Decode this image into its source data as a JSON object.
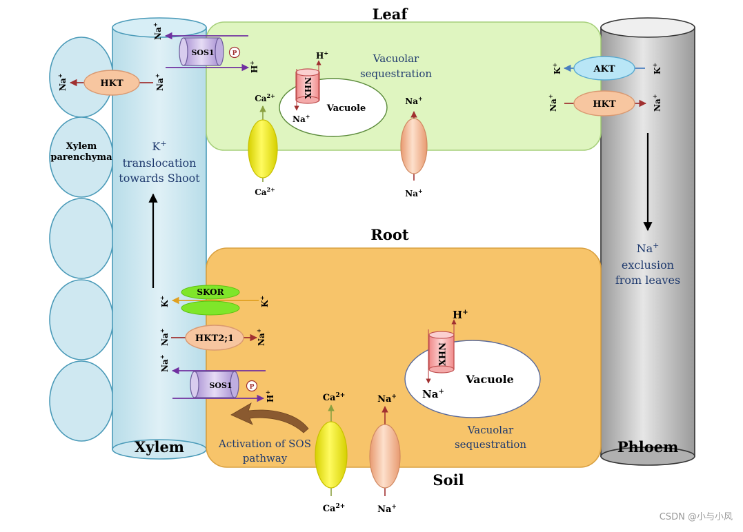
{
  "labels": {
    "leaf": "Leaf",
    "root": "Root",
    "soil": "Soil",
    "xylem": "Xylem",
    "phloem": "Phloem",
    "xylem_parenchyma_1": "Xylem",
    "xylem_parenchyma_2": "parenchyma",
    "k_translocation_1": "K",
    "k_translocation_2": "translocation",
    "k_translocation_3": "towards Shoot",
    "na_exclusion_1": "Na",
    "na_exclusion_2": "exclusion",
    "na_exclusion_3": "from leaves",
    "leaf_vacuole": "Vacuole",
    "root_vacuole": "Vacuole",
    "leaf_vacuolar_1": "Vacuolar",
    "leaf_vacuolar_2": "sequestration",
    "root_vacuolar_1": "Vacuolar",
    "root_vacuolar_2": "sequestration",
    "sos_activation_1": "Activation of SOS",
    "sos_activation_2": "pathway"
  },
  "transporters": {
    "sos1": "SOS1",
    "p": "P",
    "hkt": "HKT",
    "akt": "AKT",
    "skor": "SKOR",
    "hkt21": "HKT2;1",
    "nhx": "NHX"
  },
  "ions": {
    "na": "Na",
    "k": "K",
    "h": "H",
    "ca": "Ca",
    "plus": "+",
    "two_plus": "2+"
  },
  "watermark": "CSDN @小与小风",
  "colors": {
    "leaf_cell": "#dff5c0",
    "root_cell": "#f7c46a",
    "xylem": "#cde8f0",
    "phloem": "#c4c4c4",
    "hkt": "#f7c6a0",
    "akt": "#b9e6f6",
    "sos1": "#c6b5e3",
    "skor": "#7fe62a",
    "ca_channel": "#f5ef00",
    "na_channel": "#f2b28a",
    "nhx": "#f5a8a8",
    "arrow_purple": "#7030a0",
    "arrow_red": "#a03030",
    "arrow_ca": "#8aa040"
  }
}
